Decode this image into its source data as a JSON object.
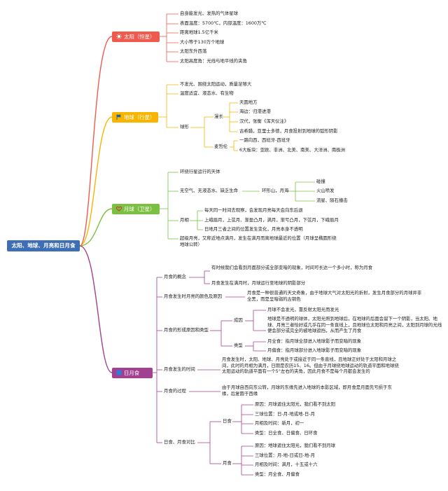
{
  "root": "太阳、地球、月亮和日月食",
  "colors": {
    "sun": "#f05a4e",
    "earth": "#f7b500",
    "moon": "#7bc043",
    "eclipse": "#a2418f",
    "root": "#3e6fb5"
  },
  "sun": {
    "label": "太阳（恒星）",
    "icon": "sun-icon",
    "items": [
      "自身能发光、发热的气体星球",
      "表面温度：5700℃，内部温度：1600万℃",
      "距离地球1.5亿千米",
      "大小等于130万个地球",
      "太阳东升西落",
      "太阳高度角：光线与地平线的夹角"
    ]
  },
  "earth": {
    "label": "地球（行星）",
    "icon": "flag-icon",
    "items": [
      "不发光、围绕太阳运动，质量足够大",
      "温度适宜、液态水、有生物"
    ],
    "shape": {
      "label": "球形",
      "exploring": {
        "label": "漫长",
        "items": [
          "天圆地方",
          "海边：归港进港",
          "汉代，张衡《浑天仪注》",
          "古希腊，亚里士多德，月食投射到地球的弧形阴影"
        ]
      },
      "magellan": {
        "label": "麦哲伦",
        "items": [
          "一路向西，西班牙-西班牙",
          "6大板块：亚欧、非洲、北美、南美、大洋洲、南极洲"
        ]
      }
    }
  },
  "moon": {
    "label": "月球（卫星）",
    "icon": "heart-icon",
    "satellite": "环绕行星运行的天体",
    "life": {
      "label": "无空气、无液态水、缺乏生命",
      "surface": "环形山，月海",
      "items": [
        "碰撞",
        "火山喷发",
        "流星、陨石撞击"
      ]
    },
    "phases": {
      "label": "月相",
      "items": [
        "每天同一时间去观察，会发现月亮每天会向东后退",
        "上峨眉月，上弦月、渐盈凸月，满月，渐亏凸月，下弦月，下峨眉月",
        "日地月三者之间的位置发生变化，月亮本身不透明"
      ]
    },
    "supermoon": "超级月亮，又称近地点满月，发生在满月而离地球最近的位置（月球呈椭圆形绕地球公转）"
  },
  "eclipse": {
    "label": "日月食",
    "icon": "square-icon",
    "concept": {
      "label": "月食的概念",
      "items": [
        "有时候我们会看到月面部分或全部变暗的现象，时间可长达一个多小时，称为月食",
        "月食发生在满月时，月球运行至地球的阴影部分"
      ]
    },
    "color": {
      "label": "月食发生时月亮的颜色及原因",
      "text": "月食是一种很普通的天文奇象，由于地球大气对太阳光的折射，发生月食部分的月球并非全黑，而是呈暗弱的古铜色"
    },
    "formation": {
      "label": "月食的形成原因和类型",
      "cause": {
        "label": "成因",
        "items": [
          "月球不会发光，靠反射太阳光而发光",
          "地球是不透明的球体，太阳光照到地球后，在地球的后面会留下一个阴影，当太阳、地球、月亮三者恰好或几乎在同一条直线上，且地球位太阳和月亮之间，太阳到月球的光线便会部分或完全的被地球遮挡，从而产生了月食"
        ]
      },
      "types": {
        "label": "类型",
        "items": [
          "月全食：指月球全部进入地球影子而变暗的现象",
          "月偏食：指月球部分进入地球影子而变暗的现象"
        ]
      }
    },
    "time": {
      "label": "月食发生的时间",
      "text": "月食发生时，太阳、地球、月亮处于或接近于同一条直线，且地球正好处于太阳和月球之间，此时的月相为满月，日期是农历15、16。但由于月球绕地球运动的轨道平面和地球绕太阳运动的轨道平面有一个5°左右的夹角，因此月食不是每个月都会发生的"
    },
    "process": {
      "label": "月食的过程",
      "text": "由于月球自西向东公转，月球的东缘先进入地球的本影区域，即月食是月面先亏损于东缘，后复圆于西缘"
    },
    "compare": {
      "label": "日食、月食对比",
      "solar": {
        "label": "日食",
        "items": [
          "原因：月球遮住太阳光，我们看不到太阳",
          "三球位置：日-月-地或地-日-月",
          "月相及时间：新月，初一",
          "类型：日全食、日偏食、日环食"
        ]
      },
      "lunar": {
        "label": "月食",
        "items": [
          "原因：地球遮住太阳光，我们看不到月球",
          "三球位置：月-地-日或日-地-月",
          "月相及时间：满月，十五或十六",
          "类型：月全食、月偏食"
        ]
      }
    }
  }
}
